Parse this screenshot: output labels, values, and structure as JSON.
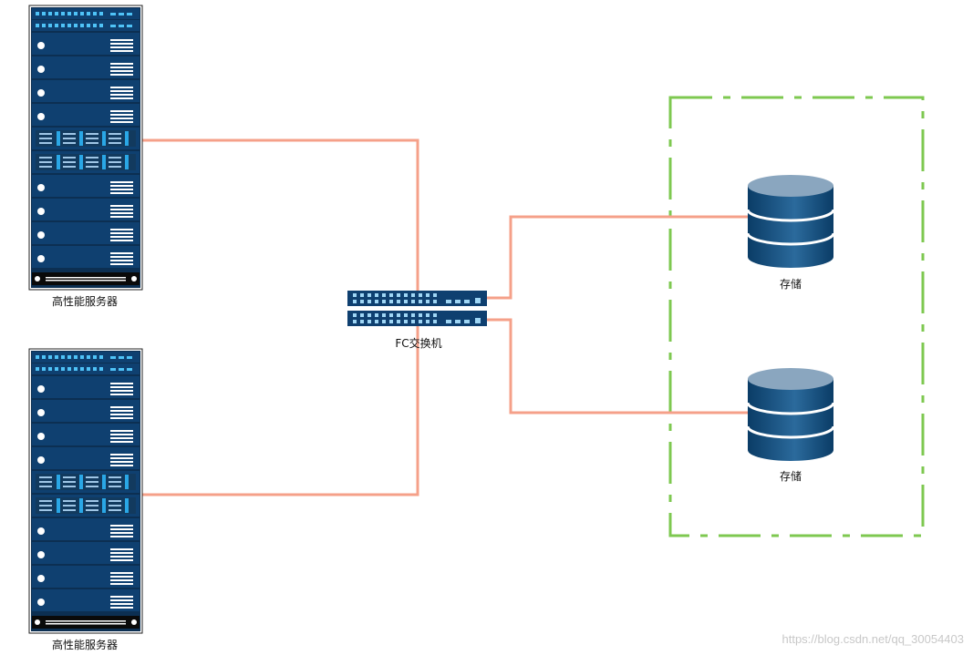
{
  "nodes": {
    "server_top": {
      "label": "高性能服务器"
    },
    "server_bottom": {
      "label": "高性能服务器"
    },
    "switch": {
      "label": "FC交换机"
    },
    "storage_top": {
      "label": "存储"
    },
    "storage_bottom": {
      "label": "存储"
    }
  },
  "colors": {
    "rack_navy": "#0f4070",
    "rack_light": "#2f6fa5",
    "port_blue": "#2aa7e6",
    "link_salmon": "#f5a089",
    "group_green": "#7ec850",
    "db_top": "#8aa6bf",
    "db_body": "#0d4a78"
  },
  "watermark": "https://blog.csdn.net/qq_30054403"
}
